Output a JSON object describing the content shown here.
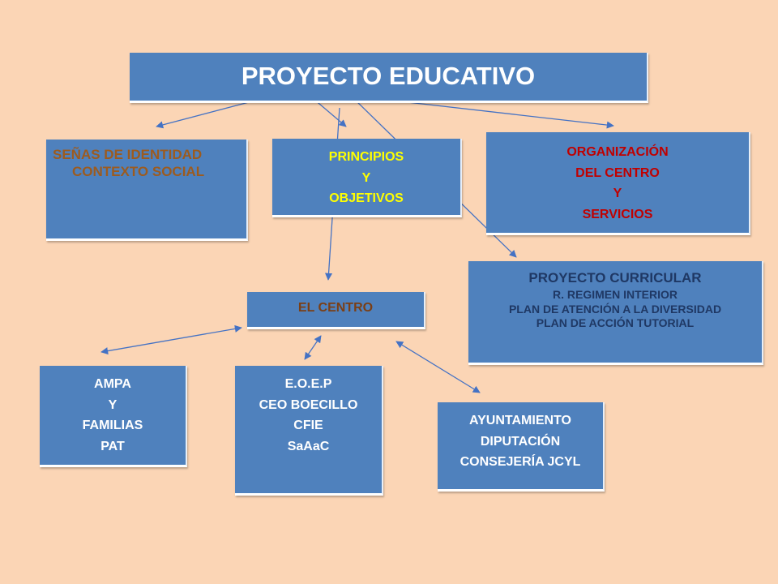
{
  "title": "PROYECTO EDUCATIVO",
  "boxes": {
    "senas": [
      "SEÑAS DE IDENTIDAD",
      "CONTEXTO SOCIAL"
    ],
    "principios": [
      "PRINCIPIOS",
      "Y",
      "OBJETIVOS"
    ],
    "organizacion": [
      "ORGANIZACIÓN",
      "DEL CENTRO",
      "Y",
      "SERVICIOS"
    ],
    "curricular": [
      "PROYECTO CURRICULAR",
      "R. REGIMEN INTERIOR",
      "PLAN DE ATENCIÓN A LA DIVERSIDAD",
      "PLAN DE ACCIÓN TUTORIAL"
    ],
    "centro": "EL CENTRO",
    "ampa": [
      "AMPA",
      "Y",
      "FAMILIAS",
      "PAT"
    ],
    "eoep": [
      "E.O.E.P",
      "CEO BOECILLO",
      "CFIE",
      "SaAaC"
    ],
    "ayuntamiento": [
      "AYUNTAMIENTO",
      "DIPUTACIÓN",
      "CONSEJERÍA JCYL"
    ]
  },
  "colors": {
    "background": "#fbd5b5",
    "box_fill": "#4f81bd",
    "arrow": "#4472c4"
  }
}
